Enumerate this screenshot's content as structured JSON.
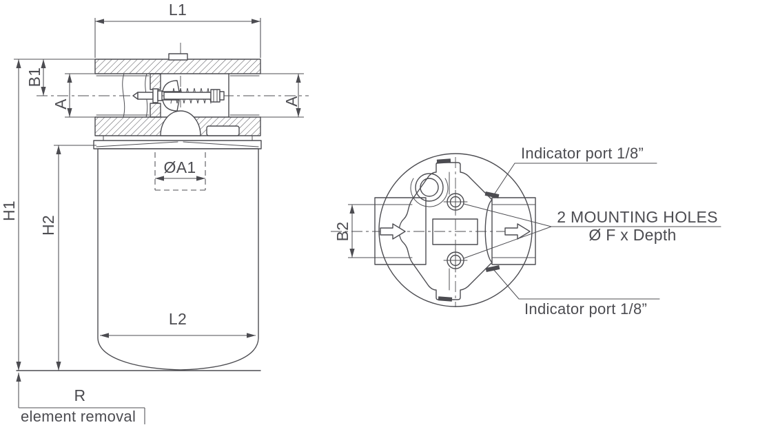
{
  "side_view": {
    "dim_l1": "L1",
    "dim_b1": "B1",
    "dim_a_left": "A",
    "dim_a_right": "A",
    "dim_h1": "H1",
    "dim_h2": "H2",
    "dim_oa1": "ØA1",
    "dim_l2": "L2",
    "dim_r": "R",
    "element_removal_note": "element removal"
  },
  "top_view": {
    "dim_b2": "B2",
    "indicator_port_top": "Indicator port 1/8”",
    "indicator_port_bottom": "Indicator port 1/8”",
    "mounting_holes_title": "2 MOUNTING HOLES",
    "mounting_holes_spec": "Ø F x Depth"
  },
  "colors": {
    "line": "#4c4c51",
    "background": "#ffffff"
  }
}
